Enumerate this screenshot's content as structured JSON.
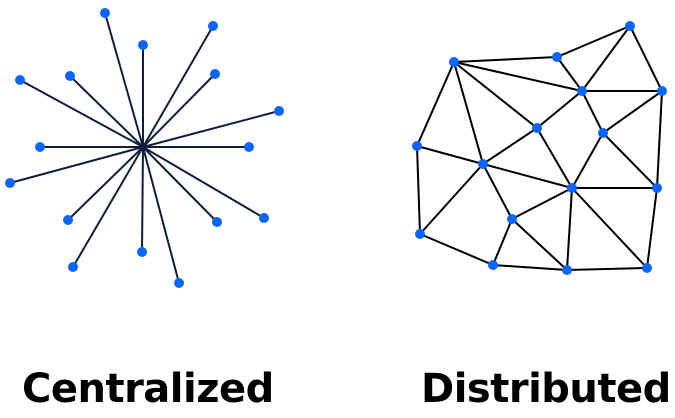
{
  "labels": {
    "centralized": "Centralized",
    "distributed": "Distributed"
  },
  "colors": {
    "node": "#0a66ff",
    "centralized_edge": "#0d1f3c",
    "distributed_edge": "#000000"
  },
  "centralized": {
    "hub": "hub",
    "nodes": [
      "n1",
      "n2",
      "n3",
      "n4",
      "n5",
      "n6",
      "n7",
      "n8",
      "n9",
      "n10",
      "n11",
      "n12",
      "n13",
      "n14",
      "n15",
      "n16"
    ]
  },
  "distributed": {
    "nodes": [
      "A",
      "B",
      "C",
      "D",
      "E",
      "F",
      "G",
      "H",
      "I",
      "J",
      "K",
      "L",
      "M",
      "N",
      "O",
      "P"
    ],
    "edges": [
      [
        "A",
        "B"
      ],
      [
        "B",
        "C"
      ],
      [
        "A",
        "D"
      ],
      [
        "B",
        "D"
      ],
      [
        "C",
        "D"
      ],
      [
        "C",
        "E"
      ],
      [
        "D",
        "E"
      ],
      [
        "A",
        "F"
      ],
      [
        "A",
        "I"
      ],
      [
        "A",
        "H"
      ],
      [
        "D",
        "F"
      ],
      [
        "D",
        "G"
      ],
      [
        "E",
        "G"
      ],
      [
        "E",
        "K"
      ],
      [
        "F",
        "I"
      ],
      [
        "F",
        "J"
      ],
      [
        "G",
        "J"
      ],
      [
        "G",
        "K"
      ],
      [
        "J",
        "K"
      ],
      [
        "H",
        "I"
      ],
      [
        "H",
        "M"
      ],
      [
        "I",
        "J"
      ],
      [
        "I",
        "M"
      ],
      [
        "I",
        "L"
      ],
      [
        "L",
        "J"
      ],
      [
        "L",
        "N"
      ],
      [
        "L",
        "O"
      ],
      [
        "J",
        "O"
      ],
      [
        "J",
        "P"
      ],
      [
        "K",
        "P"
      ],
      [
        "M",
        "N"
      ],
      [
        "N",
        "O"
      ],
      [
        "O",
        "P"
      ]
    ]
  }
}
